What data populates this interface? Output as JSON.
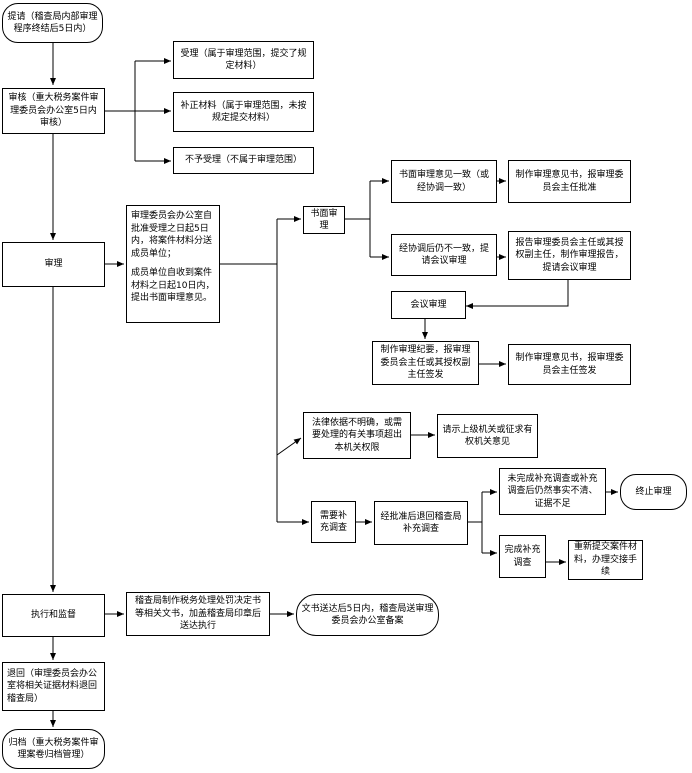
{
  "nodes": {
    "n1": "提请（稽查局内部审理程序终结后5日内）",
    "n2": "审核（重大税务案件审理委员会办公室5日内审核）",
    "n2a": "受理（属于审理范围，提交了规定材料）",
    "n2b": "补正材料（属于审理范围，未按规定提交材料）",
    "n2c": "不予受理（不属于审理范围）",
    "n3": "审理",
    "n3a_p1": "审理委员会办公室自批准受理之日起5日内，将案件材料分送成员单位；",
    "n3a_p2": "成员单位自收到案件材料之日起10日内，提出书面审理意见。",
    "n4": "书面审理",
    "n4a": "书面审理意见一致（或经协调一致）",
    "n4a1": "制作审理意见书，报审理委员会主任批准",
    "n4b": "经协调后仍不一致，提请会议审理",
    "n4b1": "报告审理委员会主任或其授权副主任，制作审理报告，提请会议审理",
    "n5": "会议审理",
    "n5a": "制作审理纪要，报审理委员会主任或其授权副主任签发",
    "n5b": "制作审理意见书，报审理委员会主任签发",
    "n6": "法律依据不明确，或需要处理的有关事项超出本机关权限",
    "n6a": "请示上级机关或征求有权机关意见",
    "n7": "需要补充调查",
    "n7a": "经批准后退回稽查局补充调查",
    "n7b": "未完成补充调查或补充调查后仍然事实不清、证据不足",
    "n7c": "终止审理",
    "n7d": "完成补充调查",
    "n7e": "重新提交案件材料，办理交接手续",
    "n8": "执行和监督",
    "n8a": "稽查局制作税务处理处罚决定书等相关文书，加盖稽查局印章后送达执行",
    "n8b": "文书送达后5日内，稽查局送审理委员会办公室备案",
    "n9": "退回（审理委员会办公室将相关证据材料退回稽查局）",
    "n10": "归档（重大税务案件审理案卷归档管理）"
  },
  "colors": {
    "line": "#000000",
    "box": "#ffffff"
  }
}
